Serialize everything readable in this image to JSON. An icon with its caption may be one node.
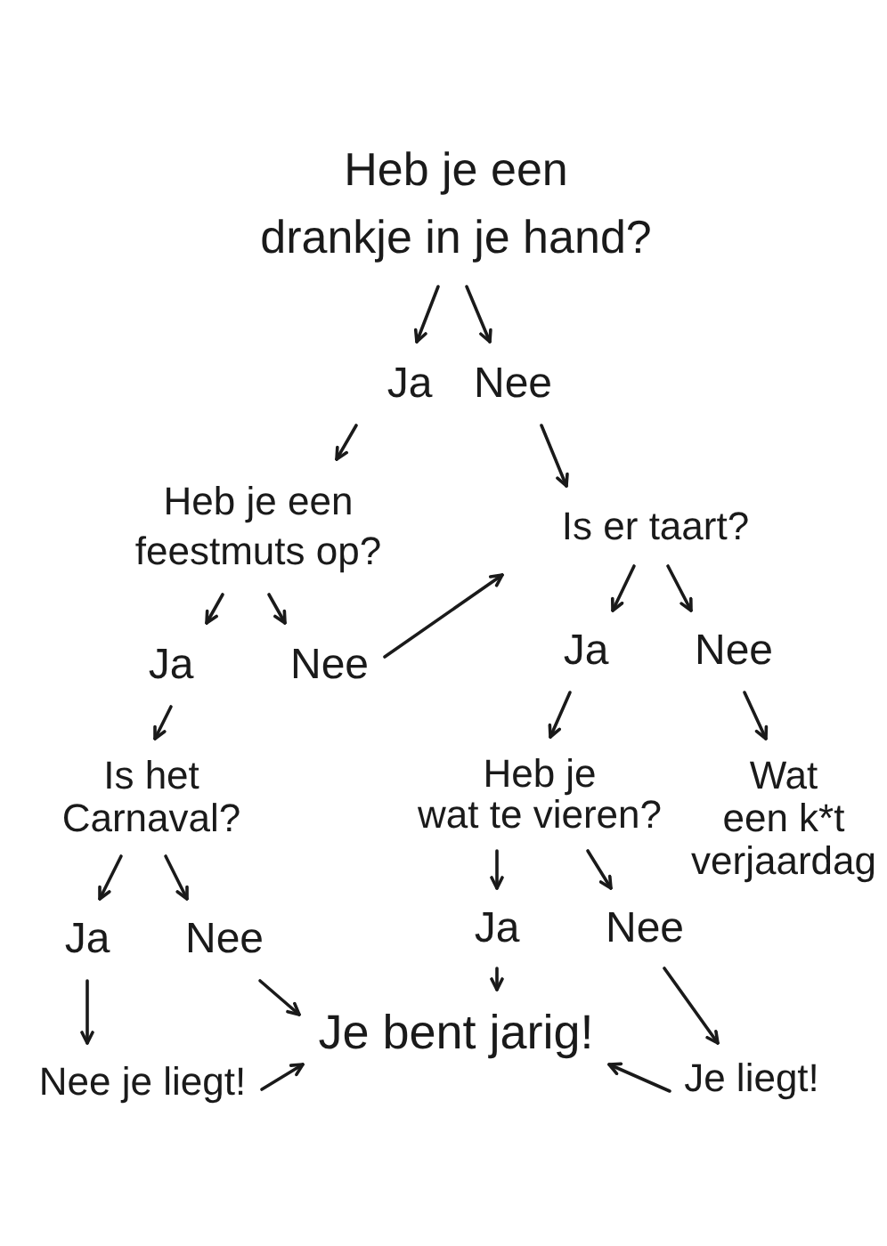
{
  "diagram": {
    "nodes": [
      {
        "text": [
          "Heb je een drankje in je hand?"
        ]
      },
      {
        "text": [
          "Ja"
        ]
      },
      {
        "text": [
          "Nee"
        ]
      },
      {
        "text": [
          "Heb je een feestmuts op?"
        ]
      },
      {
        "text": [
          "Is er taart?"
        ]
      },
      {
        "text": [
          "Ja"
        ]
      },
      {
        "text": [
          "Nee"
        ]
      },
      {
        "text": [
          "Ja"
        ]
      },
      {
        "text": [
          "Nee"
        ]
      },
      {
        "text": [
          "Is het Carnaval?"
        ]
      },
      {
        "text": [
          "Heb je wat te vieren?"
        ]
      },
      {
        "text": [
          "Wat een k*t verjaardag"
        ]
      },
      {
        "text": [
          "Ja"
        ]
      },
      {
        "text": [
          "Nee"
        ]
      },
      {
        "text": [
          "Ja"
        ]
      },
      {
        "text": [
          "Nee"
        ]
      },
      {
        "text": [
          "Je bent jarig!"
        ]
      },
      {
        "text": [
          "Nee je liegt!"
        ]
      },
      {
        "text": [
          "Je liegt!"
        ]
      }
    ],
    "edges": [
      {
        "from": 0,
        "to": 1,
        "arrow": "to"
      },
      {
        "from": 0,
        "to": 2,
        "arrow": "to"
      },
      {
        "from": 1,
        "to": 3,
        "arrow": "to"
      },
      {
        "from": 2,
        "to": 4,
        "arrow": "to"
      },
      {
        "from": 3,
        "to": 5,
        "arrow": "to"
      },
      {
        "from": 3,
        "to": 6,
        "arrow": "to"
      },
      {
        "from": 6,
        "to": 4,
        "arrow": "to"
      },
      {
        "from": 4,
        "to": 7,
        "arrow": "to"
      },
      {
        "from": 4,
        "to": 8,
        "arrow": "to"
      },
      {
        "from": 5,
        "to": 9,
        "arrow": "to"
      },
      {
        "from": 7,
        "to": 10,
        "arrow": "to"
      },
      {
        "from": 8,
        "to": 11,
        "arrow": "to"
      },
      {
        "from": 9,
        "to": 12,
        "arrow": "to"
      },
      {
        "from": 9,
        "to": 13,
        "arrow": "to"
      },
      {
        "from": 10,
        "to": 14,
        "arrow": "to"
      },
      {
        "from": 10,
        "to": 15,
        "arrow": "to"
      },
      {
        "from": 12,
        "to": 17,
        "arrow": "to"
      },
      {
        "from": 13,
        "to": 16,
        "arrow": "to"
      },
      {
        "from": 14,
        "to": 16,
        "arrow": "to"
      },
      {
        "from": 15,
        "to": 18,
        "arrow": "to"
      },
      {
        "from": 17,
        "to": 16,
        "arrow": "to"
      },
      {
        "from": 18,
        "to": 16,
        "arrow": "to"
      }
    ]
  }
}
